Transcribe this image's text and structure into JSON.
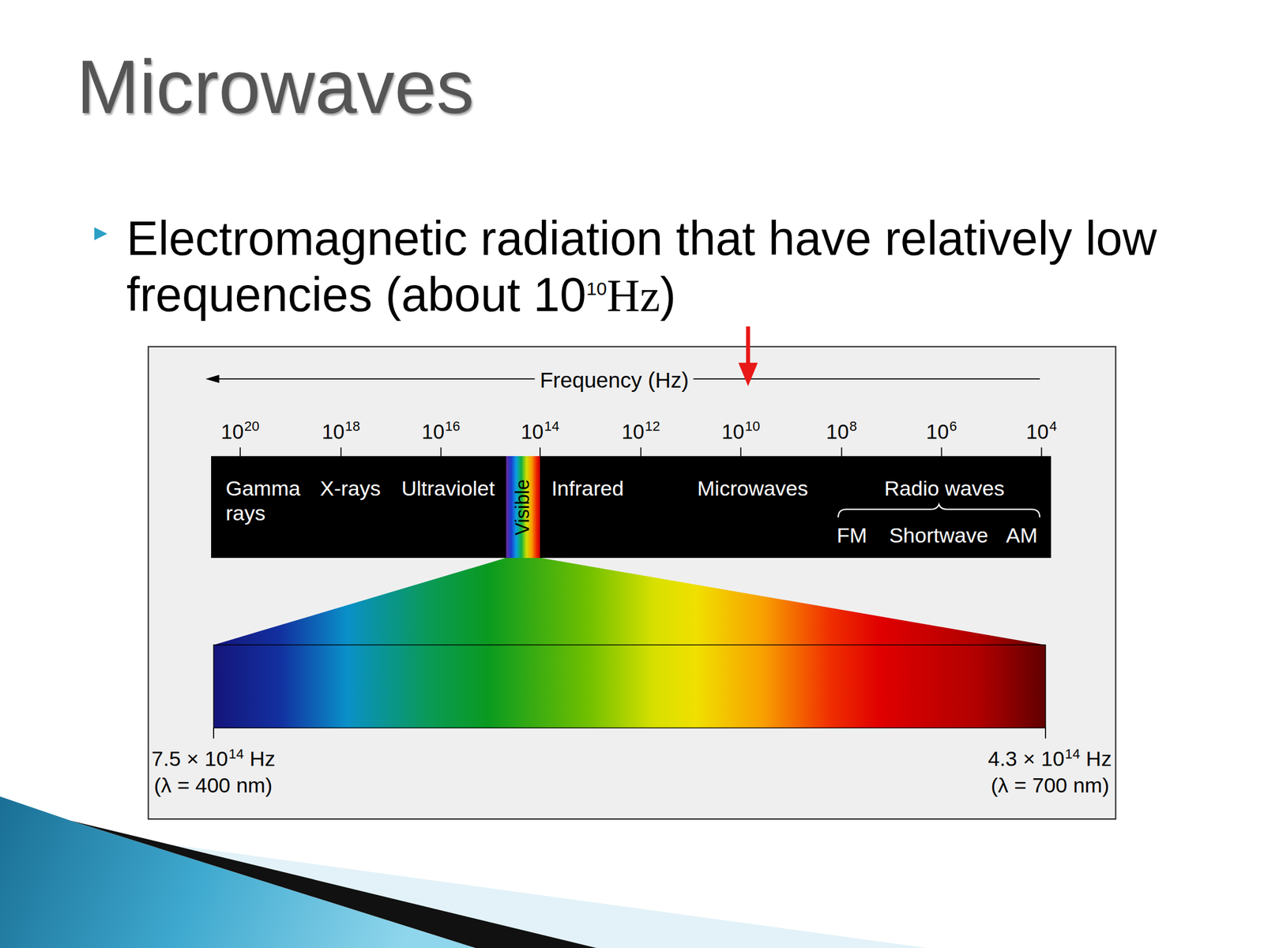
{
  "diagram": {
    "title": "Microwaves",
    "nodes": [
      {
        "text": [
          "Gamma rays",
          "X-rays",
          "Ultraviolet",
          "Infrared",
          "Microwaves",
          "Radio waves",
          "FM",
          "Shortwave",
          "AM"
        ]
      },
      {
        "text": [
          "Visible"
        ],
        "in": 0
      }
    ],
    "labels": [
      "Electromagnetic radiation that have relatively low frequencies (about 10",
      "10",
      "Hz",
      ")",
      "Frequency (Hz)",
      "10",
      "20",
      "10",
      "18",
      "10",
      "16",
      "10",
      "14",
      "10",
      "12",
      "10",
      "10",
      "10",
      "8",
      "10",
      "6",
      "10",
      "4",
      "7.5 × 10",
      "14",
      "Hz",
      "(λ = 400 nm)",
      "4.3 × 10",
      "14",
      "Hz",
      "(λ = 700 nm)"
    ]
  }
}
